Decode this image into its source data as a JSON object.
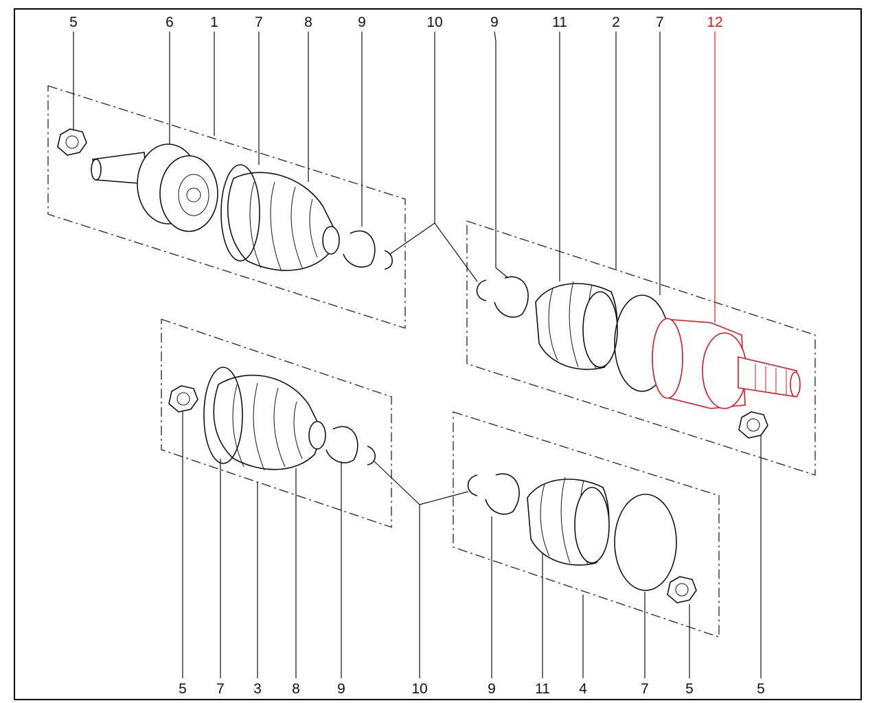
{
  "title": "Drive shaft joints exploded view",
  "highlight_color": "#e0141e",
  "top_labels": [
    {
      "text": "5"
    },
    {
      "text": "6"
    },
    {
      "text": "1"
    },
    {
      "text": "7"
    },
    {
      "text": "8"
    },
    {
      "text": "9"
    },
    {
      "text": "10"
    },
    {
      "text": "9"
    },
    {
      "text": "11"
    },
    {
      "text": "2"
    },
    {
      "text": "7"
    },
    {
      "text": "12",
      "highlighted": true
    }
  ],
  "bottom_labels": [
    {
      "text": "5"
    },
    {
      "text": "7"
    },
    {
      "text": "3"
    },
    {
      "text": "8"
    },
    {
      "text": "9"
    },
    {
      "text": "10"
    },
    {
      "text": "9"
    },
    {
      "text": "11"
    },
    {
      "text": "4"
    },
    {
      "text": "7"
    },
    {
      "text": "5"
    },
    {
      "text": "5"
    }
  ]
}
